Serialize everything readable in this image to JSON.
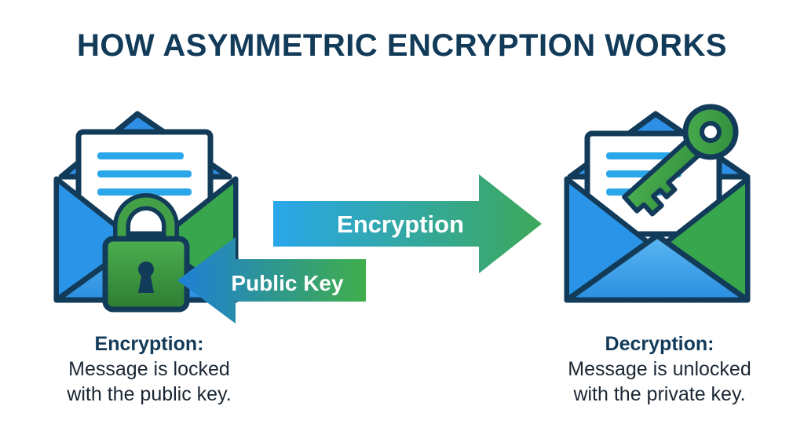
{
  "title": "HOW ASYMMETRIC ENCRYPTION WORKS",
  "arrows": {
    "encryption_label": "Encryption",
    "public_key_label": "Public Key"
  },
  "captions": {
    "left": {
      "heading": "Encryption:",
      "line1": "Message is locked",
      "line2": "with the public key."
    },
    "right": {
      "heading": "Decryption:",
      "line1": "Message is unlocked",
      "line2": "with the private key."
    }
  },
  "colors": {
    "title": "#123b5a",
    "outline": "#123b5a",
    "blue": "#1e88e5",
    "light_blue": "#42a5f5",
    "green": "#43a047",
    "paper": "#ffffff"
  },
  "icons": {
    "left_envelope": "open-envelope-icon",
    "padlock": "padlock-icon",
    "right_envelope": "open-envelope-icon",
    "key": "key-icon"
  }
}
